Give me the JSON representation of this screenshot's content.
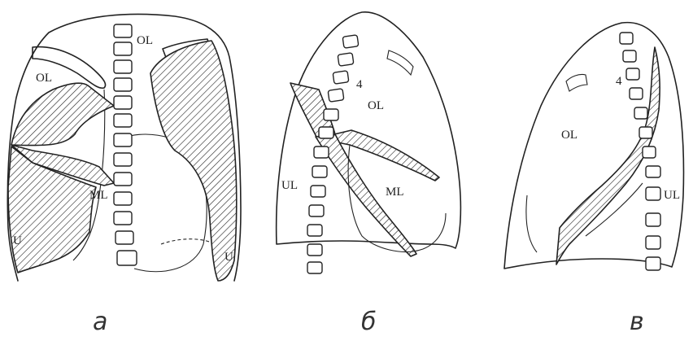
{
  "panels": [
    {
      "id": "a",
      "caption": "а",
      "labels": {
        "ol_top": "OL",
        "ol_left": "OL",
        "ml": "ML",
        "u_left": "U",
        "u_right": "U"
      }
    },
    {
      "id": "b",
      "caption": "б",
      "labels": {
        "rib": "4",
        "ol": "OL",
        "ml": "ML",
        "ul": "UL"
      }
    },
    {
      "id": "v",
      "caption": "в",
      "labels": {
        "rib": "4",
        "ol": "OL",
        "ul": "UL"
      }
    }
  ],
  "colors": {
    "ink": "#222222",
    "background": "#ffffff"
  }
}
